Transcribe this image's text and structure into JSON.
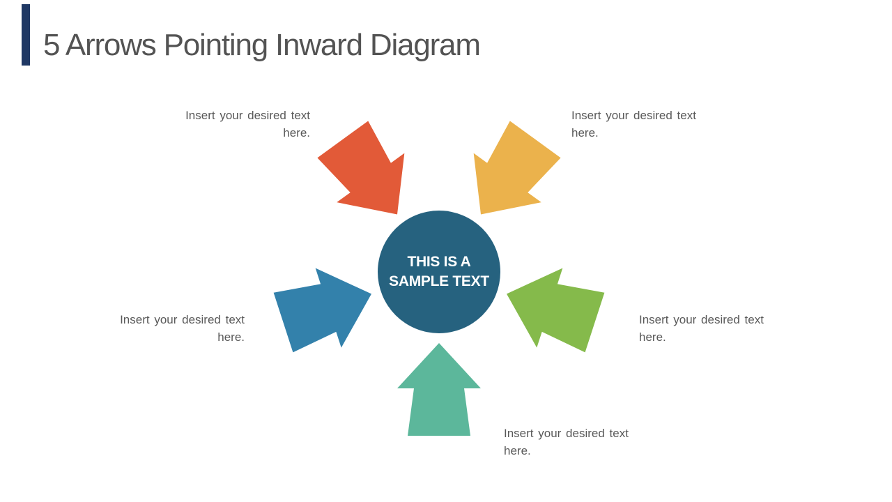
{
  "slide": {
    "title": "5 Arrows Pointing Inward Diagram",
    "colors": {
      "background": "#FFFFFF",
      "accent_bar": "#1F3864",
      "title_text": "#535353",
      "label_text": "#595959"
    }
  },
  "diagram": {
    "center_circle": {
      "line1": "THIS IS A",
      "line2": "SAMPLE TEXT",
      "fill": "#26627F",
      "text_color": "#FFFFFF"
    },
    "arrows": [
      {
        "position": "top-left",
        "direction": "pointing-down-right-inward",
        "fill": "#E25A38",
        "label_line1": "Insert your desired text",
        "label_line2": "here."
      },
      {
        "position": "top-right",
        "direction": "pointing-down-left-inward",
        "fill": "#EBB24C",
        "label_line1": "Insert your desired text",
        "label_line2": "here."
      },
      {
        "position": "left",
        "direction": "pointing-right-inward",
        "fill": "#3381AB",
        "label_line1": "Insert your desired text",
        "label_line2": "here."
      },
      {
        "position": "right",
        "direction": "pointing-left-inward",
        "fill": "#85BA4B",
        "label_line1": "Insert your desired text",
        "label_line2": "here."
      },
      {
        "position": "bottom",
        "direction": "pointing-up-inward",
        "fill": "#5CB79B",
        "label_line1": "Insert your desired text",
        "label_line2": "here."
      }
    ]
  }
}
